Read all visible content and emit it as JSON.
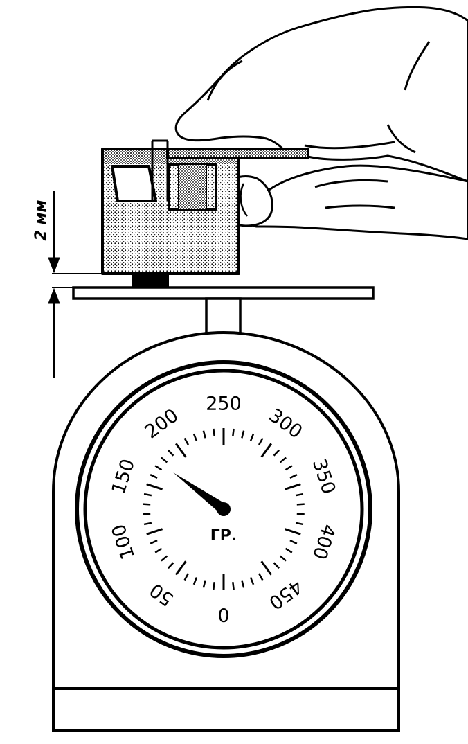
{
  "annotation": {
    "gap_label": "2 мм"
  },
  "dial": {
    "unit_label": "ГР.",
    "scale_min": 0,
    "scale_max": 500,
    "labels": [
      "0",
      "50",
      "100",
      "150",
      "200",
      "250",
      "300",
      "350",
      "400",
      "450"
    ],
    "needle_reading": 175
  },
  "colors": {
    "ink": "#000000",
    "paper": "#ffffff",
    "stipple": "#888888"
  },
  "icons": [
    "hand-icon",
    "pressure-device-icon",
    "scale-icon",
    "dimension-arrow-icon"
  ]
}
